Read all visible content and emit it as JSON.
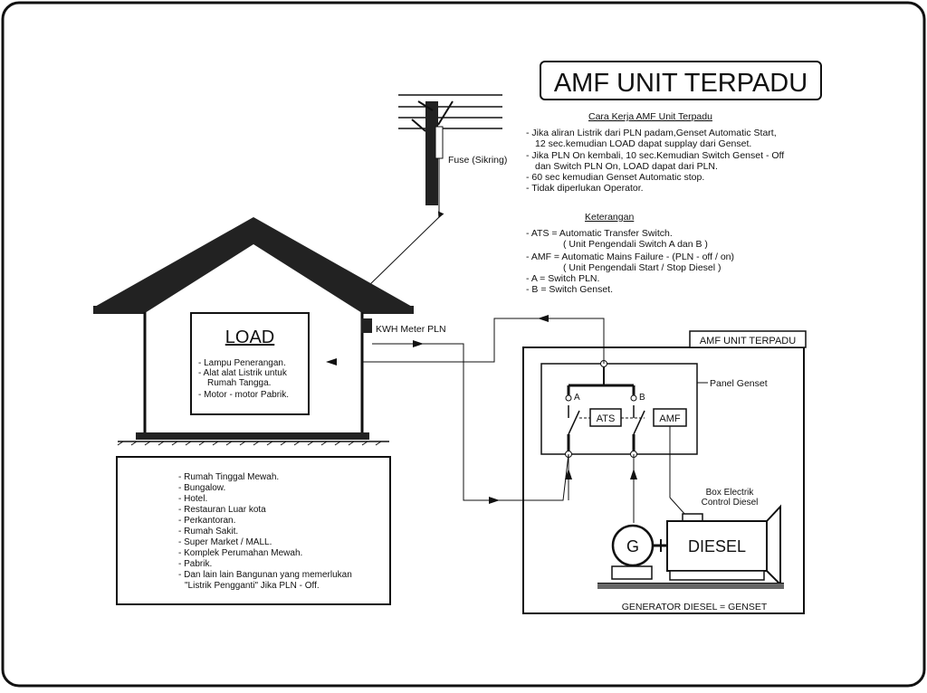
{
  "title": "AMF UNIT TERPADU",
  "cara_kerja": {
    "heading": "Cara Kerja AMF Unit Terpadu",
    "lines": [
      "- Jika aliran Listrik dari PLN padam,Genset Automatic Start,",
      "12 sec.kemudian LOAD dapat supplay dari Genset.",
      "- Jika PLN On kembali,  10 sec.Kemudian Switch Genset - Off",
      "dan Switch PLN On, LOAD dapat dari PLN.",
      "- 60 sec kemudian Genset Automatic stop.",
      "- Tidak diperlukan Operator."
    ]
  },
  "keterangan": {
    "heading": "Keterangan",
    "lines": [
      "- ATS  = Automatic Transfer Switch.",
      "( Unit Pengendali Switch A dan B )",
      "- AMF = Automatic Mains Failure - (PLN - off / on)",
      "( Unit Pengendali Start / Stop Diesel )",
      "- A      = Switch PLN.",
      "- B      = Switch Genset."
    ]
  },
  "labels": {
    "fuse": "Fuse (Sikring)",
    "kwh": "KWH Meter PLN",
    "amf_box_title": "AMF UNIT TERPADU",
    "panel_genset": "Panel Genset",
    "switch_a": "A",
    "switch_b": "B",
    "ats": "ATS",
    "amf": "AMF",
    "box_electrik": "Box Electrik",
    "control_diesel": "Control Diesel",
    "generator": "G",
    "diesel": "DIESEL",
    "generator_caption": "GENERATOR DIESEL = GENSET"
  },
  "load": {
    "title": "LOAD",
    "items": [
      "- Lampu Penerangan.",
      "- Alat alat Listrik untuk",
      "Rumah Tangga.",
      "- Motor - motor Pabrik."
    ]
  },
  "buildings": {
    "items": [
      "- Rumah Tinggal Mewah.",
      "- Bungalow.",
      "- Hotel.",
      "- Restauran Luar kota",
      "- Perkantoran.",
      "- Rumah Sakit.",
      "- Super Market / MALL.",
      "- Komplek Perumahan Mewah.",
      "- Pabrik.",
      "- Dan lain lain Bangunan yang memerlukan",
      "\"Listrik Pengganti\" Jika  PLN - Off."
    ]
  }
}
